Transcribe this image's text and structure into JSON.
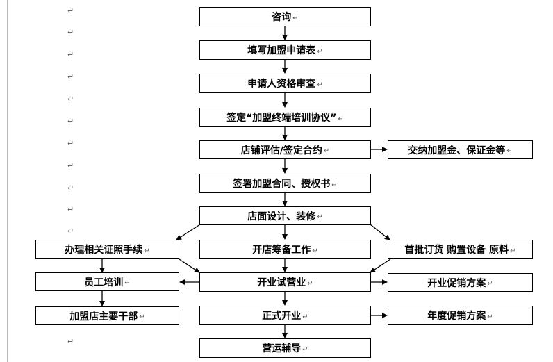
{
  "boxes": {
    "consult": "咨询",
    "fill_form": "填写加盟申请表",
    "review": "申请人资格审查",
    "sign_agreement": "签定“加盟终端培训协议”",
    "evaluate": "店铺评估/签定合约",
    "deposit": "交纳加盟金、保证金等",
    "contract": "签署加盟合同、授权书",
    "design": "店面设计、装修",
    "licenses": "办理相关证照手续",
    "prepare": "开店筹备工作",
    "order": "首批订货  购置设备  原料",
    "training": "员工培训",
    "trial": "开业试营业",
    "opening_promo": "开业促销方案",
    "cadres": "加盟店主要干部",
    "formal": "正式开业",
    "annual_promo": "年度促销方案",
    "guidance": "营运辅导"
  },
  "paragraph_mark": "↵",
  "colors": {
    "border": "#000000",
    "text": "#000000",
    "mark": "#555555"
  }
}
